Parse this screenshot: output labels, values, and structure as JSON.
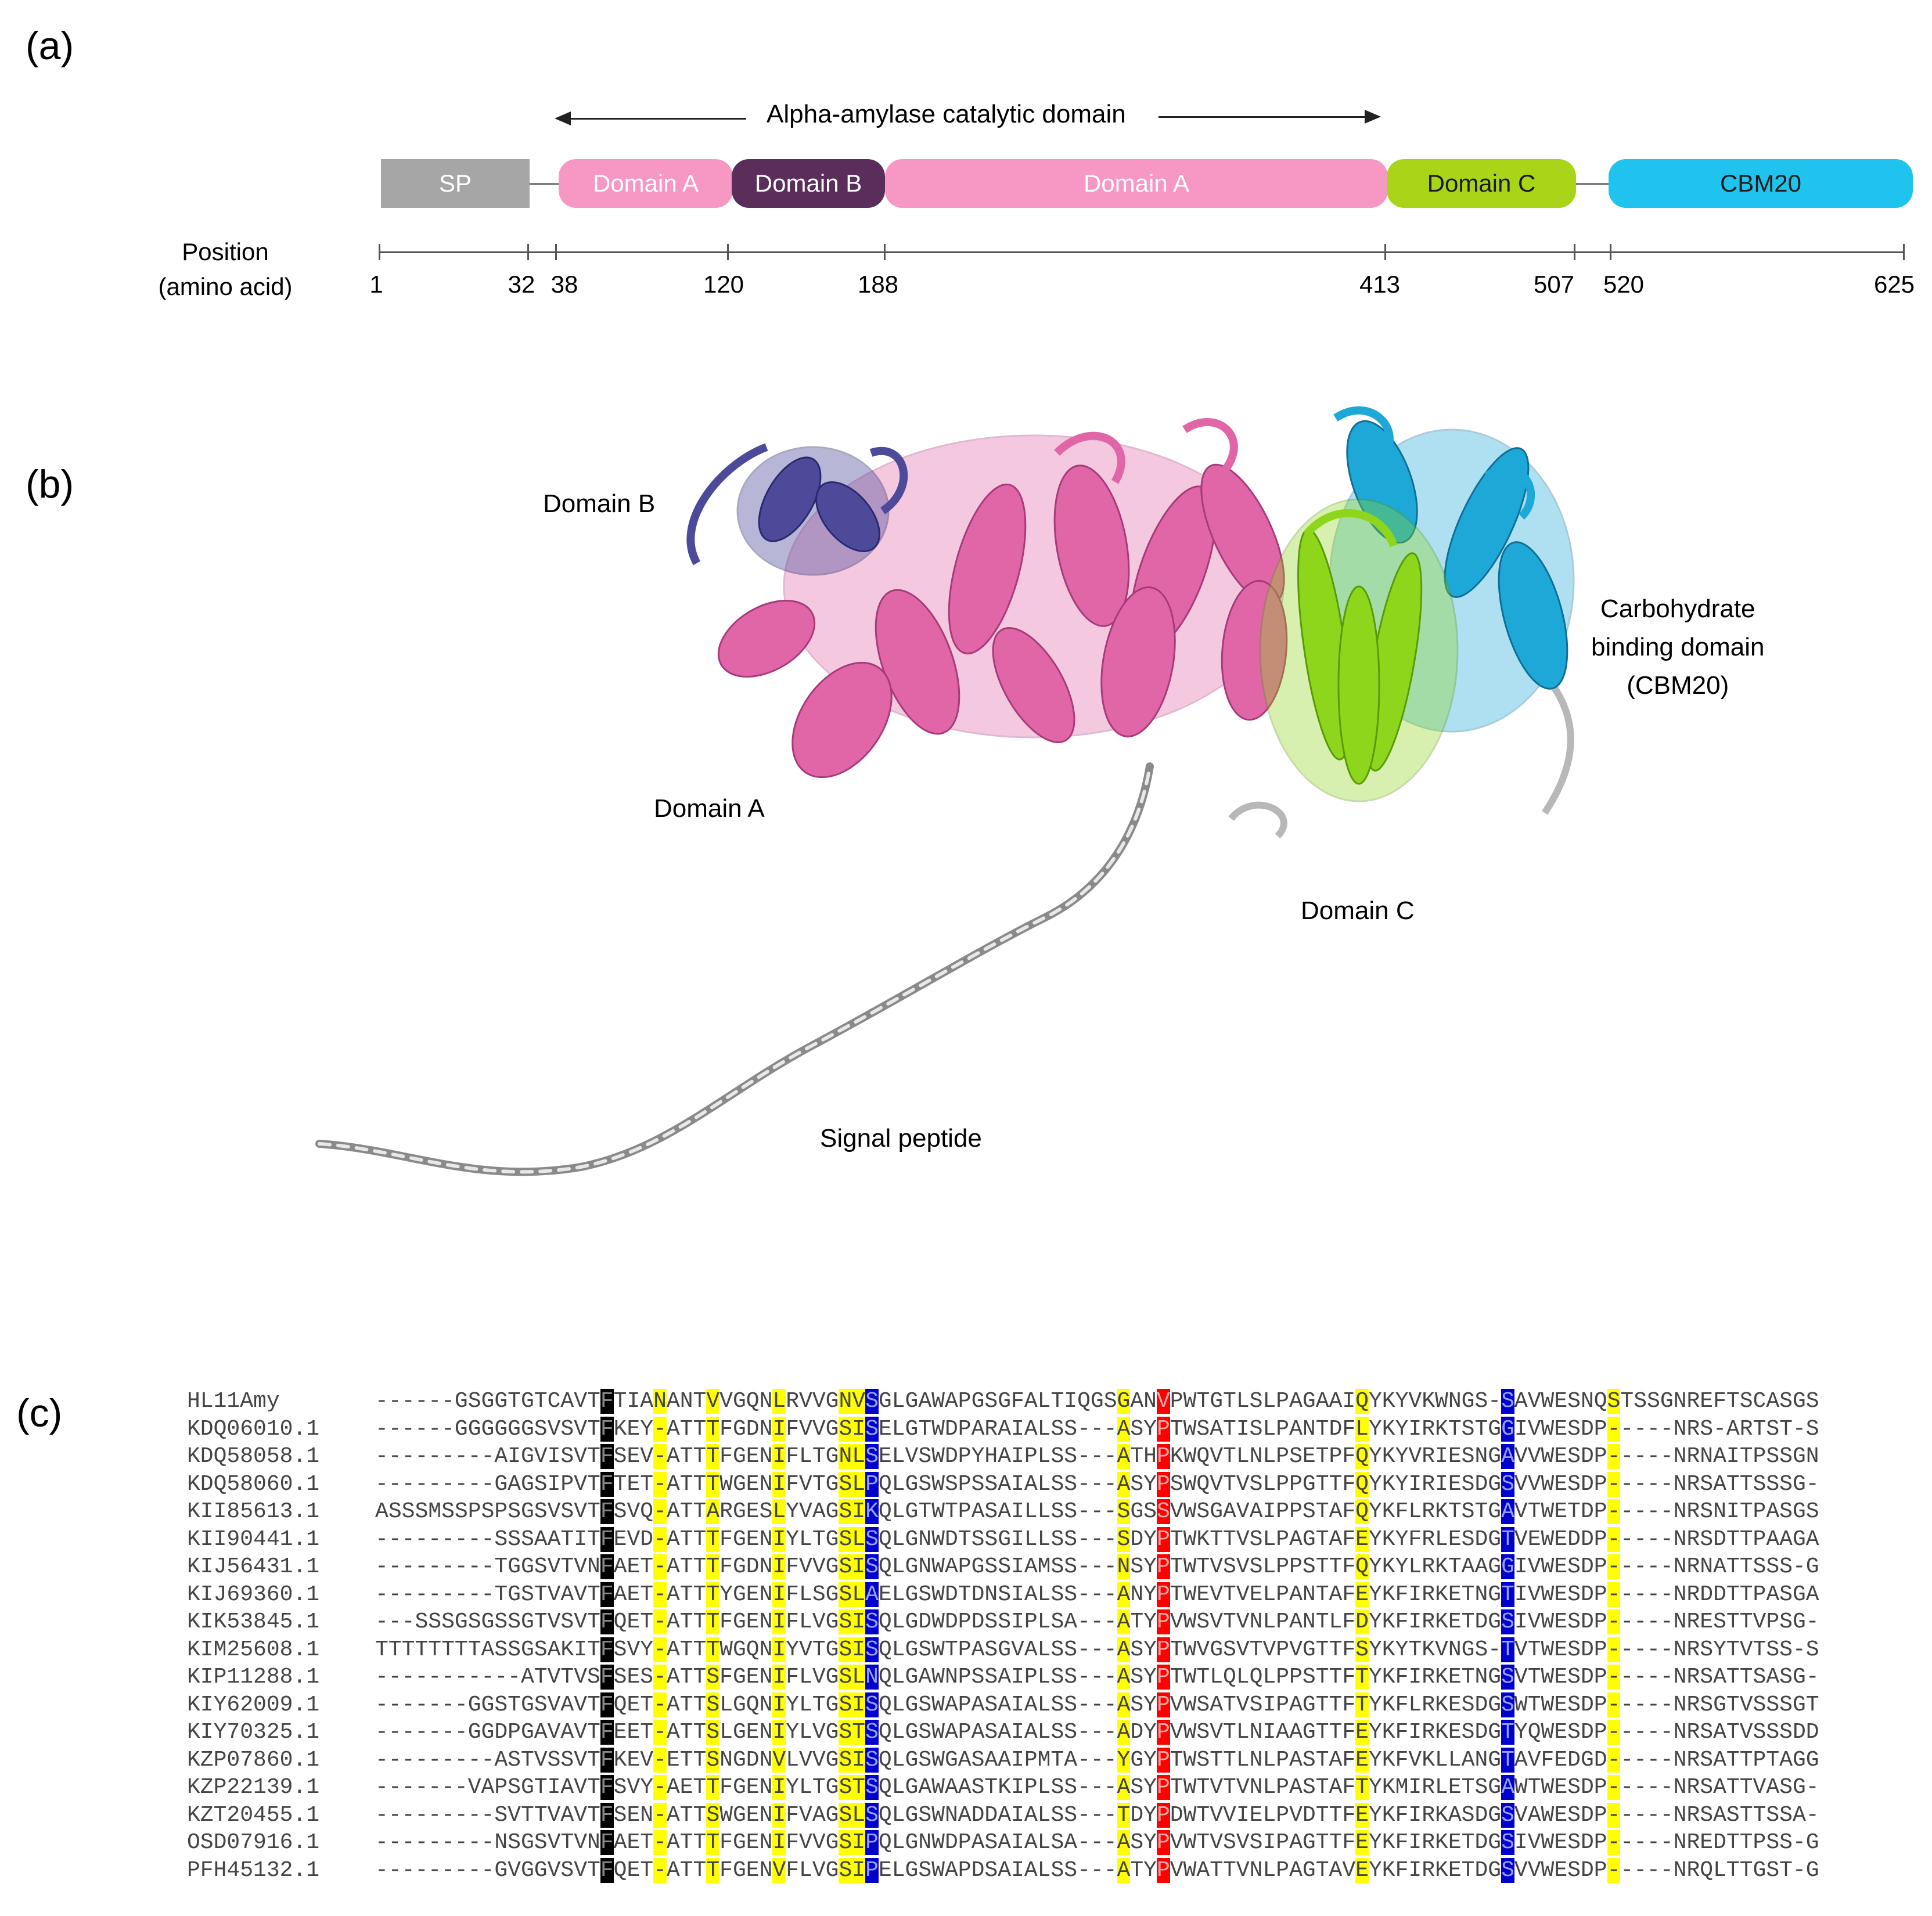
{
  "panels": {
    "a": "(a)",
    "b": "(b)",
    "c": "(c)"
  },
  "panel_a": {
    "catalytic_label": "Alpha-amylase catalytic domain",
    "domains": [
      {
        "label": "SP",
        "color": "#a6a6a6",
        "text_color": "#ffffff"
      },
      {
        "label": "Domain A",
        "color": "#f797c4",
        "text_color": "#ffffff"
      },
      {
        "label": "Domain B",
        "color": "#5a2d5a",
        "text_color": "#ffffff"
      },
      {
        "label": "Domain A",
        "color": "#f797c4",
        "text_color": "#ffffff"
      },
      {
        "label": "Domain C",
        "color": "#a9d418",
        "text_color": "#1a1a1a"
      },
      {
        "label": "CBM20",
        "color": "#1fc4ee",
        "text_color": "#1a1a1a"
      }
    ],
    "position_title": "Position\n(amino acid)",
    "positions": [
      "1",
      "32",
      "38",
      "120",
      "188",
      "413",
      "507",
      "520",
      "625"
    ]
  },
  "panel_b": {
    "labels": {
      "domain_b": "Domain B",
      "domain_a": "Domain A",
      "domain_c": "Domain C",
      "cbm": "Carbohydrate\nbinding domain\n(CBM20)",
      "signal_peptide": "Signal peptide"
    },
    "colors": {
      "domain_a": "#e066a8",
      "domain_b": "#4e4a9a",
      "domain_c": "#8ed61c",
      "cbm": "#1ea8d8",
      "signal": "#b0b0b0"
    }
  },
  "panel_c": {
    "alignment": [
      {
        "name": "HL11Amy",
        "seq": "------GSGGTGTCAVTFTIANANTVVGQNLRVVGNVSGLGAWAPGSGFALTIQGSGANVPWTGTLSLPAGAAIQYKYVKWNGS-SAVWESNQSTSSGNREFTSCASGS"
      },
      {
        "name": "KDQ06010.1",
        "seq": "------GGGGGGSVSVTFKEY-ATTTFGDNIFVVGSISELGTWDPARAIALSS---ASYPTWSATISLPANTDFLYKYIRKTSTGGIVWESDP-----NRS-ARTST-S"
      },
      {
        "name": "KDQ58058.1",
        "seq": "---------AIGVISVTFSEV-ATTTFGENIFLTGNLSELVSWDPYHAIPLSS---ATHPKWQVTLNLPSETPFQYKYVRIESNGAVVWESDP-----NRNAITPSSGN"
      },
      {
        "name": "KDQ58060.1",
        "seq": "---------GAGSIPVTFTET-ATTTWGENIFVTGSLPQLGSWSPSSAIALSS---ASYPSWQVTVSLPPGTTFQYKYIRIESDGSVVWESDP-----NRSATTSSSG-"
      },
      {
        "name": "KII85613.1",
        "seq": "ASSSMSSPSPSGSVSVTFSVQ-ATTARGESLYVAGSIKQLGTWTPASAILLSS---SGSSVWSGAVAIPPSTAFQYKFLRKTSTGAVTWETDP-----NRSNITPASGS"
      },
      {
        "name": "KII90441.1",
        "seq": "---------SSSAATITFEVD-ATTTFGENIYLTGSLSQLGNWDTSSGILLSS---SDYPTWKTTVSLPAGTAFEYKYFRLESDGTVEWEDDP-----NRSDTTPAAGA"
      },
      {
        "name": "KIJ56431.1",
        "seq": "---------TGGSVTVNFAET-ATTTFGDNIFVVGSISQLGNWAPGSSIAMSS---NSYPTWTVSVSLPPSTTFQYKYLRKTAAGGIVWESDP-----NRNATTSSS-G"
      },
      {
        "name": "KIJ69360.1",
        "seq": "---------TGSTVAVTFAET-ATTTYGENIFLSGSLAELGSWDTDNSIALSS---ANYPTWEVTVELPANTAFEYKFIRKETNGTIVWESDP-----NRDDTTPASGA"
      },
      {
        "name": "KIK53845.1",
        "seq": "---SSSGSGSSGTVSVTFQET-ATTTFGENIFLVGSISQLGDWDPDSSIPLSA---ATYPVWSVTVNLPANTLFDYKFIRKETDGSIVWESDP-----NRESTTVPSG-"
      },
      {
        "name": "KIM25608.1",
        "seq": "TTTTTTTTASSGSAKITFSVY-ATTTWGQNIYVTGSISQLGSWTPASGVALSS---ASYPTWVGSVTVPVGTTFSYKYTKVNGS-TVTWESDP-----NRSYTVTSS-S"
      },
      {
        "name": "KIP11288.1",
        "seq": "-----------ATVTVSFSES-ATTSFGENIFLVGSLNQLGAWNPSSAIPLSS---ASYPTWTLQLQLPPSTTFTYKFIRKETNGSVTWESDP-----NRSATTSASG-"
      },
      {
        "name": "KIY62009.1",
        "seq": "-------GGSTGSVAVTFQET-ATTSLGQNIYLTGSISQLGSWAPASAIALSS---ASYPVWSATVSIPAGTTFTYKFLRKESDGSWTWESDP-----NRSGTVSSSGT"
      },
      {
        "name": "KIY70325.1",
        "seq": "-------GGDPGAVAVTFEET-ATTSLGENIYLVGSTSQLGSWAPASAIALSS---ADYPVWSVTLNIAAGTTFEYKFIRKESDGTYQWESDP-----NRSATVSSSDD"
      },
      {
        "name": "KZP07860.1",
        "seq": "---------ASTVSSVTFKEV-ETTSNGDNVLVVGSISQLGSWGASAAIPMTA---YGYPTWSTTLNLPASTAFEYKFVKLLANGTAVFEDGD-----NRSATTPTAGG"
      },
      {
        "name": "KZP22139.1",
        "seq": "-------VAPSGTIAVTFSVY-AETTFGENIYLTGSTSQLGAWAASTKIPLSS---ASYPTWTVTVNLPASTAFTYKMIRLETSGAWTWESDP-----NRSATTVASG-"
      },
      {
        "name": "KZT20455.1",
        "seq": "---------SVTTVAVTFSEN-ATTSWGENIFVAGSLSQLGSWNADDAIALSS---TDYPDWTVVIELPVDTTFEYKFIRKASDGSVAWESDP-----NRSASTTSSA-"
      },
      {
        "name": "OSD07916.1",
        "seq": "---------NSGSVTVNFAET-ATTTFGENIFVVGSIPQLGNWDPASAIALSA---ASYPVWTVSVSIPAGTTFEYKFIRKETDGSIVWESDP-----NREDTTPSS-G"
      },
      {
        "name": "PFH45132.1",
        "seq": "---------GVGGVSVTFQET-ATTTFGENVFLVGSIPELGSWAPDSAIALSS---ATYPVWATTVNLPAGTAVEYKFIRKETDGSVVWESDP-----NRQLTTGST-G"
      }
    ],
    "highlight_colors": {
      "yellow": "#ffff00",
      "blue": "#0000cc",
      "black": "#000000",
      "red": "#ff0000"
    }
  }
}
